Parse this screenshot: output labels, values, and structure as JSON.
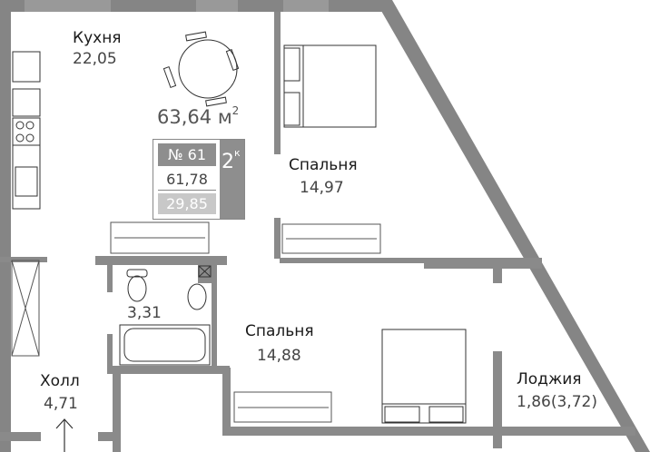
{
  "plan": {
    "total_area": "63,64",
    "total_area_unit": "м",
    "total_area_sup": "2",
    "apartment_number": "№ 61",
    "area_without_balcony": "61,78",
    "living_area": "29,85",
    "rooms_count": "2",
    "rooms_suffix": "к"
  },
  "rooms": [
    {
      "name": "Кухня",
      "area": "22,05"
    },
    {
      "name": "Спальня",
      "area": "14,97"
    },
    {
      "name": "Спальня",
      "area": "14,88"
    },
    {
      "name": "",
      "area": "3,31"
    },
    {
      "name": "Холл",
      "area": "4,71"
    },
    {
      "name": "Лоджия",
      "area": "1,86(3,72)"
    }
  ],
  "colors": {
    "wall": "#8a8a8a",
    "wall_dark": "#7e7e7e",
    "window": "#9c9c9c",
    "card_dark": "#8e8e8e",
    "card_light": "#c8c8c8"
  }
}
